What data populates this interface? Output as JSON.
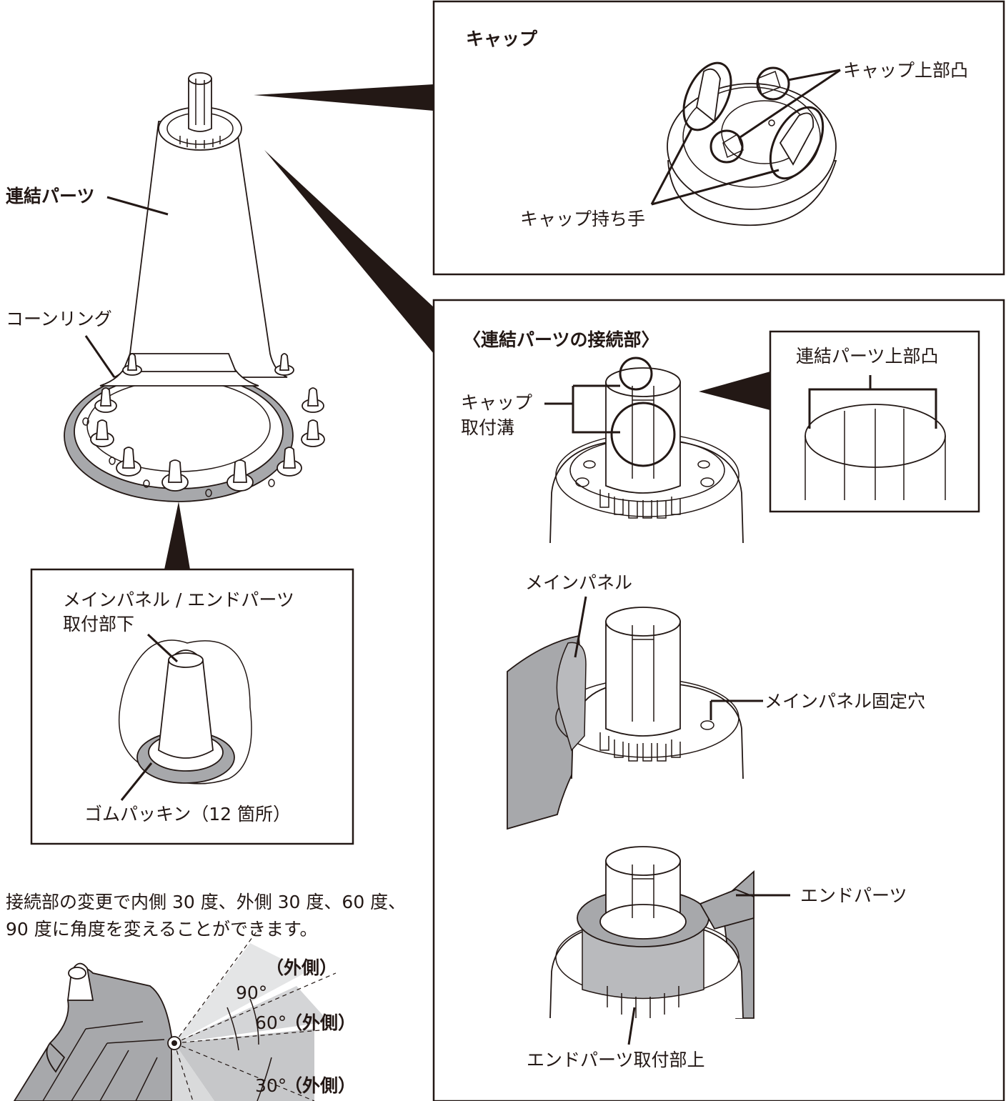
{
  "colors": {
    "ink": "#231815",
    "panel_gray": "#a7a8ab",
    "wedge_gray": "#d4d5d7"
  },
  "left": {
    "connector_part": "連結パーツ",
    "cone_ring": "コーンリング",
    "mount_label_line1": "メインパネル / エンドパーツ",
    "mount_label_line2": "取付部下",
    "gasket": "ゴムパッキン（12 箇所）",
    "note_line1": "接続部の変更で内側 30 度、外側 30 度、60 度、",
    "note_line2": "90 度に角度を変えることができます。",
    "angles": [
      {
        "deg": "90°",
        "side": "（外側）"
      },
      {
        "deg": "60°",
        "side": "（外側）"
      },
      {
        "deg": "30°",
        "side": "（外側）"
      }
    ]
  },
  "cap_panel": {
    "title": "キャップ",
    "top_bump": "キャップ上部凸",
    "handle": "キャップ持ち手"
  },
  "joint_panel": {
    "title": "〈連結パーツの接続部〉",
    "cap_groove_line1": "キャップ",
    "cap_groove_line2": "取付溝",
    "inset_label": "連結パーツ上部凸",
    "main_panel": "メインパネル",
    "main_panel_hole": "メインパネル固定穴",
    "end_part": "エンドパーツ",
    "end_part_mount": "エンドパーツ取付部上"
  }
}
